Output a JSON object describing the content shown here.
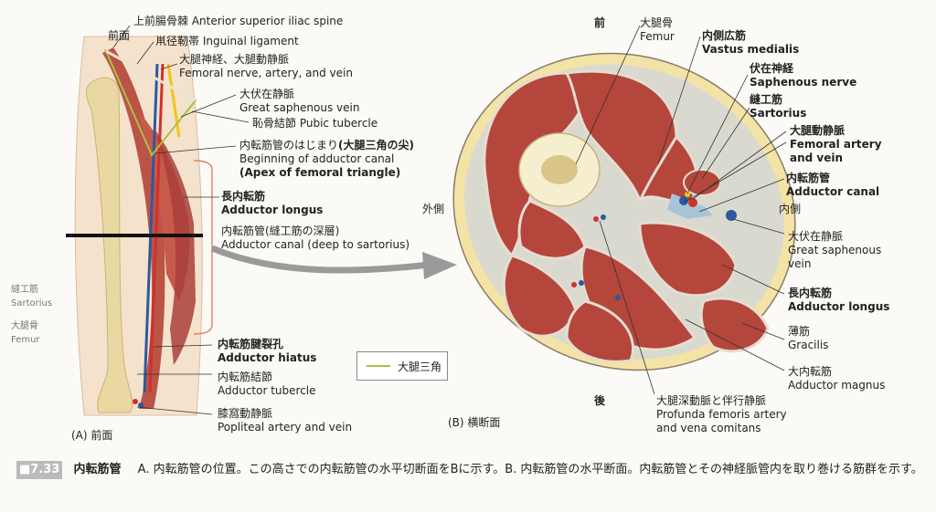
{
  "panelA": {
    "title": "(A) 前面",
    "top_label": "前面",
    "labels": [
      {
        "id": "asis",
        "ja": "上前腸骨棘",
        "en": "Anterior superior iliac spine"
      },
      {
        "id": "inguinal",
        "ja": "鼡径靭帯",
        "en": "Inguinal ligament"
      },
      {
        "id": "fem_nav",
        "ja": "大腿神経、大腿動静脈",
        "en": "Femoral nerve, artery, and vein"
      },
      {
        "id": "gsv",
        "ja": "大伏在静脈",
        "en": "Great saphenous vein"
      },
      {
        "id": "pubic",
        "ja": "恥骨結節",
        "en": "Pubic tubercle"
      },
      {
        "id": "canal_start",
        "ja": "内転筋管のはじまり",
        "ja_bold": "(大腿三角の尖)",
        "en": "Beginning of adductor canal",
        "en_bold": "(Apex of femoral triangle)"
      },
      {
        "id": "add_longus",
        "ja": "長内転筋",
        "en": "Adductor longus",
        "bold": true
      },
      {
        "id": "canal_deep",
        "ja": "内転筋管(縫工筋の深層)",
        "en": "Adductor canal (deep to sartorius)"
      },
      {
        "id": "hiatus",
        "ja": "内転筋腱裂孔",
        "en": "Adductor hiatus",
        "bold": true
      },
      {
        "id": "tubercle",
        "ja": "内転筋結節",
        "en": "Adductor tubercle"
      },
      {
        "id": "popliteal",
        "ja": "膝窩動静脈",
        "en": "Popliteal artery and vein"
      }
    ],
    "side_labels": {
      "sartorius_ja": "縫工筋",
      "sartorius_en": "Sartorius",
      "femur_ja": "大腿骨",
      "femur_en": "Femur"
    }
  },
  "panelB": {
    "title": "(B) 横断面",
    "orient": {
      "front": "前",
      "back": "後",
      "lateral": "外側",
      "medial": "内側"
    },
    "labels": [
      {
        "id": "femur",
        "ja": "大腿骨",
        "en": "Femur"
      },
      {
        "id": "vastus",
        "ja": "内側広筋",
        "en": "Vastus medialis",
        "bold": true
      },
      {
        "id": "saph_nerve",
        "ja": "伏在神経",
        "en": "Saphenous nerve",
        "bold": true
      },
      {
        "id": "sartorius",
        "ja": "縫工筋",
        "en": "Sartorius",
        "bold": true
      },
      {
        "id": "fem_av",
        "ja": "大腿動静脈",
        "en": "Femoral artery",
        "en2": "and vein",
        "bold": true
      },
      {
        "id": "canal",
        "ja": "内転筋管",
        "en": "Adductor canal",
        "bold": true
      },
      {
        "id": "gsv",
        "ja": "大伏在静脈",
        "en": "Great saphenous",
        "en2": "vein"
      },
      {
        "id": "longus",
        "ja": "長内転筋",
        "en": "Adductor longus",
        "bold": true
      },
      {
        "id": "gracilis",
        "ja": "薄筋",
        "en": "Gracilis"
      },
      {
        "id": "magnus",
        "ja": "大内転筋",
        "en": "Adductor magnus"
      },
      {
        "id": "profunda",
        "ja": "大腿深動脈と伴行静脈",
        "en": "Profunda femoris artery",
        "en2": "and vena comitans"
      }
    ]
  },
  "legend": {
    "label": "大腿三角",
    "color": "#a9c23f"
  },
  "caption": {
    "number": "■7.33",
    "title": "内転筋管",
    "text": "A. 内転筋管の位置。この高さでの内転筋管の水平切断面をBに示す。B. 内転筋管の水平断面。内転筋管とその神経脈管内を取り巻ける筋群を示す。"
  },
  "colors": {
    "muscle": "#b5463c",
    "fat": "#f3e3a6",
    "bone": "#f0dfae",
    "artery": "#d0312d",
    "vein": "#2c5aa0",
    "nerve": "#f2c21b"
  }
}
